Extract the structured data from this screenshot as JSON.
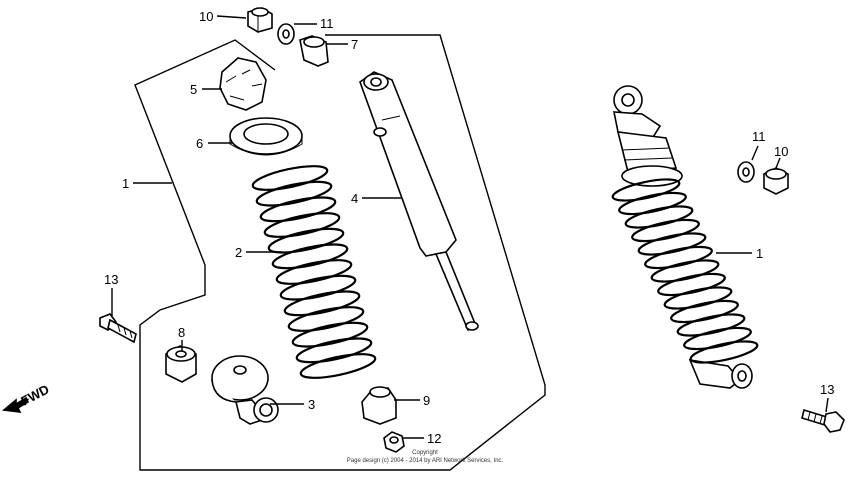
{
  "callouts": [
    {
      "id": "c10a",
      "text": "10"
    },
    {
      "id": "c11a",
      "text": "11"
    },
    {
      "id": "c7",
      "text": "7"
    },
    {
      "id": "c5",
      "text": "5"
    },
    {
      "id": "c6",
      "text": "6"
    },
    {
      "id": "c1a",
      "text": "1"
    },
    {
      "id": "c4",
      "text": "4"
    },
    {
      "id": "c2",
      "text": "2"
    },
    {
      "id": "c13a",
      "text": "13"
    },
    {
      "id": "c8",
      "text": "8"
    },
    {
      "id": "c3",
      "text": "3"
    },
    {
      "id": "c9",
      "text": "9"
    },
    {
      "id": "c12",
      "text": "12"
    },
    {
      "id": "c11b",
      "text": "11"
    },
    {
      "id": "c10b",
      "text": "10"
    },
    {
      "id": "c1b",
      "text": "1"
    },
    {
      "id": "c13b",
      "text": "13"
    }
  ],
  "fwd_label": "FWD",
  "copyright_line1": "Copyright",
  "copyright_line2": "Page design (c) 2004 - 2014 by ARI Network Services, Inc."
}
